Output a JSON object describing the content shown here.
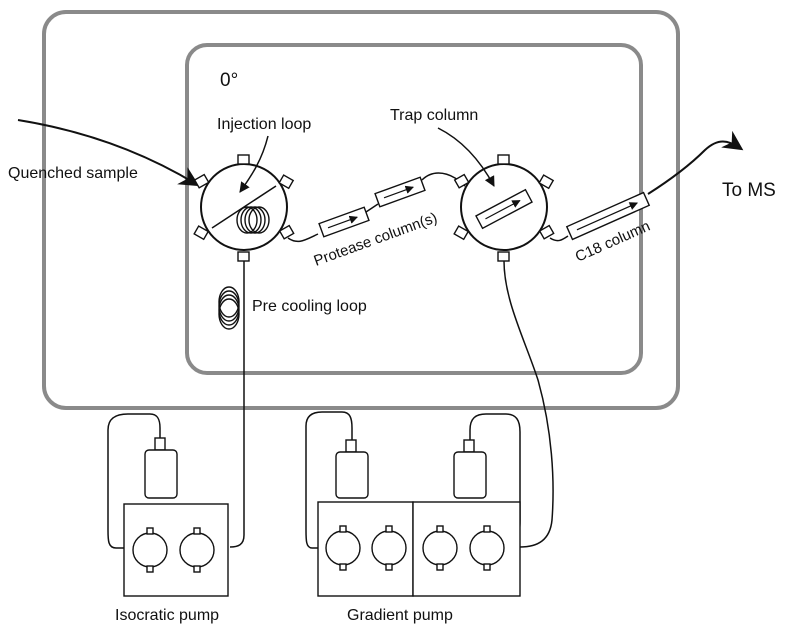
{
  "colors": {
    "enclosure_outer": "#8a8a8a",
    "enclosure_inner": "#8a8a8a",
    "line": "#111111",
    "background": "#ffffff"
  },
  "labels": {
    "temperature": "0°",
    "quenched_sample": "Quenched sample",
    "injection_loop": "Injection loop",
    "trap_column": "Trap column",
    "to_ms": "To MS",
    "protease_columns": "Protease column(s)",
    "c18_column": "C18 column",
    "pre_cooling_loop": "Pre cooling loop",
    "isocratic_pump": "Isocratic pump",
    "gradient_pump": "Gradient pump"
  },
  "icons": [
    "six-port-valve-icon",
    "coil-icon",
    "column-icon",
    "bottle-icon",
    "pump-head-icon",
    "arrow-icon"
  ]
}
